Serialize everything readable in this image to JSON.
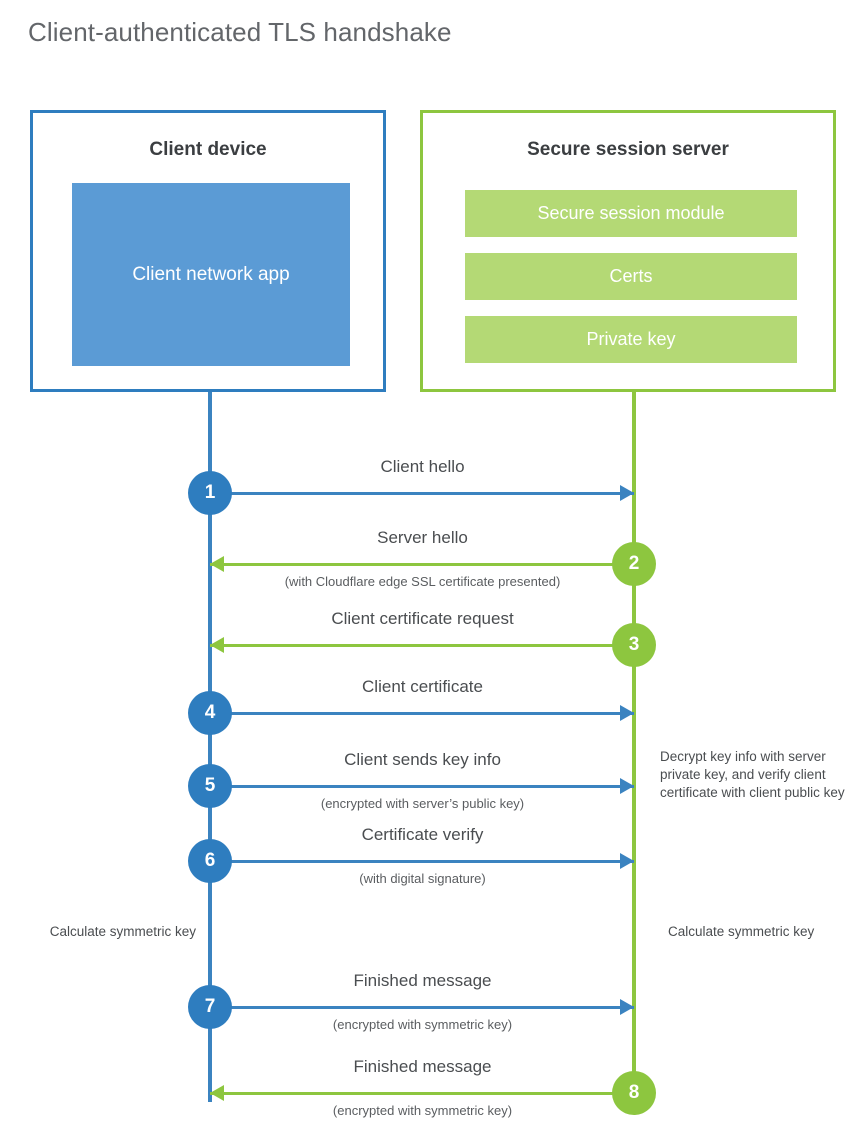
{
  "title": "Client-authenticated TLS handshake",
  "colors": {
    "client_border": "#2e7dbf",
    "client_fill": "#5b9bd5",
    "client_line": "#3b83c0",
    "server_border": "#8dc63f",
    "server_fill": "#b4d975",
    "server_line": "#8dc63f",
    "title_text": "#63666a",
    "body_text": "#4a4d50",
    "background": "#ffffff"
  },
  "client_box": {
    "title": "Client device",
    "app_label": "Client network app"
  },
  "server_box": {
    "title": "Secure session server",
    "items": [
      "Secure session module",
      "Certs",
      "Private key"
    ]
  },
  "steps": [
    {
      "number": "1",
      "label": "Client hello",
      "sublabel": "",
      "direction": "client-to-server",
      "origin": "client"
    },
    {
      "number": "2",
      "label": "Server hello",
      "sublabel": "(with Cloudflare edge SSL certificate presented)",
      "direction": "server-to-client",
      "origin": "server"
    },
    {
      "number": "3",
      "label": "Client certificate request",
      "sublabel": "",
      "direction": "server-to-client",
      "origin": "server"
    },
    {
      "number": "4",
      "label": "Client certificate",
      "sublabel": "",
      "direction": "client-to-server",
      "origin": "client"
    },
    {
      "number": "5",
      "label": "Client sends key info",
      "sublabel": "(encrypted with server’s public key)",
      "direction": "client-to-server",
      "origin": "client"
    },
    {
      "number": "6",
      "label": "Certificate verify",
      "sublabel": "(with digital signature)",
      "direction": "client-to-server",
      "origin": "client"
    },
    {
      "number": "7",
      "label": "Finished message",
      "sublabel": "(encrypted with symmetric key)",
      "direction": "client-to-server",
      "origin": "client"
    },
    {
      "number": "8",
      "label": "Finished message",
      "sublabel": "(encrypted with symmetric key)",
      "direction": "server-to-client",
      "origin": "server"
    }
  ],
  "annotations": {
    "decrypt_note": "Decrypt key info with server private key, and verify client certificate with client public key",
    "calc_key_client": "Calculate symmetric key",
    "calc_key_server": "Calculate symmetric key"
  }
}
